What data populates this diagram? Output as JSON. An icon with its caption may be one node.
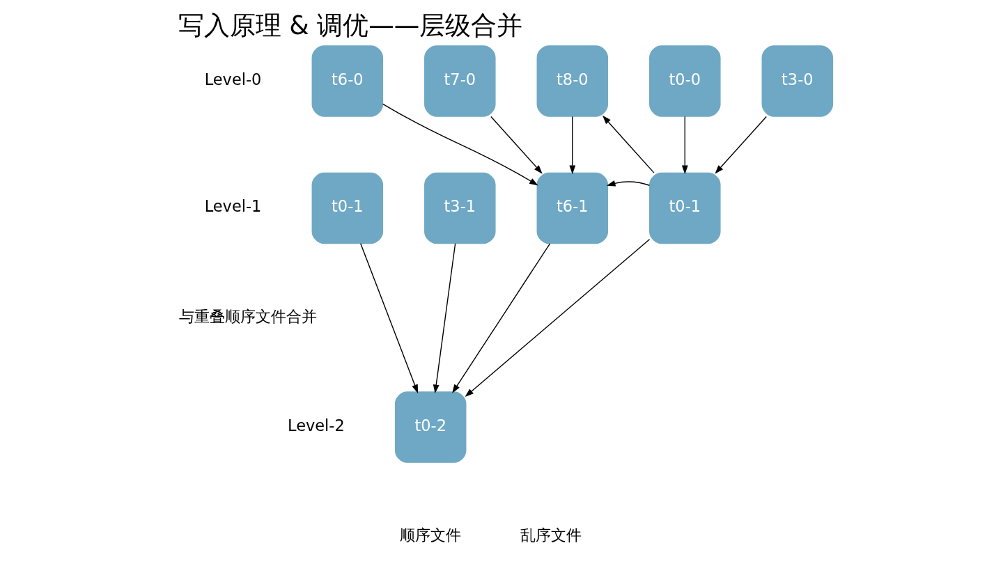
{
  "diagram": {
    "title": "写入原理 & 调优——层级合并",
    "nodes": [
      {
        "text": [
          "t6-0"
        ]
      },
      {
        "text": [
          "t7-0"
        ]
      },
      {
        "text": [
          "t8-0"
        ]
      },
      {
        "text": [
          "t0-0"
        ]
      },
      {
        "text": [
          "t3-0"
        ]
      },
      {
        "text": [
          "t0-1"
        ]
      },
      {
        "text": [
          "t3-1"
        ]
      },
      {
        "text": [
          "t6-1"
        ]
      },
      {
        "text": [
          "t0-1"
        ]
      },
      {
        "text": [
          "t0-2"
        ]
      }
    ],
    "edges": [
      {
        "from": 0,
        "to": 7,
        "arrow": "to"
      },
      {
        "from": 1,
        "to": 7,
        "arrow": "to"
      },
      {
        "from": 2,
        "to": 7,
        "arrow": "to"
      },
      {
        "from": 3,
        "to": 8,
        "arrow": "to"
      },
      {
        "from": 4,
        "to": 8,
        "arrow": "to"
      },
      {
        "from": 5,
        "to": 9,
        "arrow": "to"
      },
      {
        "from": 6,
        "to": 9,
        "arrow": "to"
      },
      {
        "from": 7,
        "to": 9,
        "arrow": "to"
      },
      {
        "from": 8,
        "to": 2,
        "arrow": "to"
      },
      {
        "from": 8,
        "to": 7,
        "arrow": "to"
      },
      {
        "from": 8,
        "to": 9,
        "arrow": "to"
      }
    ],
    "labels": [
      "Level-0",
      "Level-1",
      "与重叠顺序文件合并",
      "Level-2",
      "顺序文件",
      "乱序文件"
    ]
  }
}
